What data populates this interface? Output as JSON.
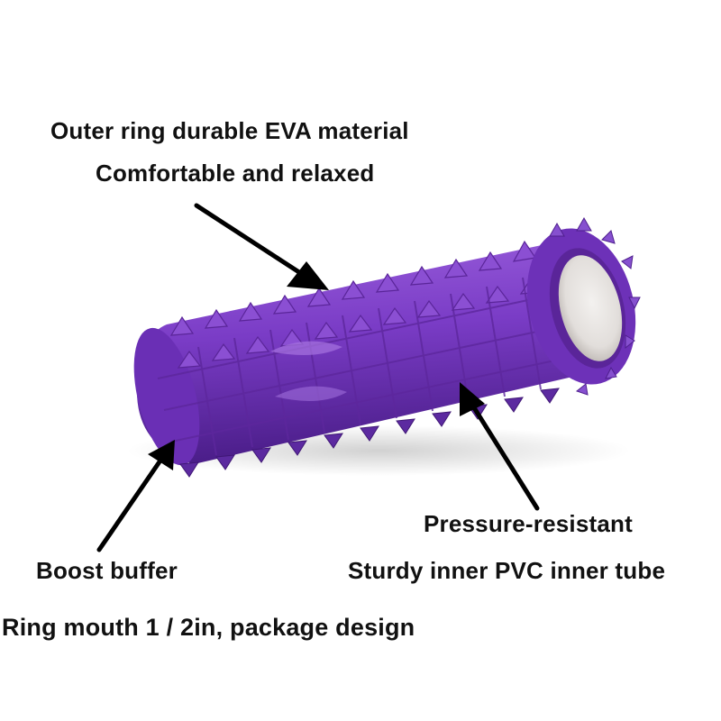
{
  "image": {
    "subject": "foam-roller",
    "colors": {
      "foam": "#7b3fc4",
      "foam_dark": "#4e1f8e",
      "foam_light": "#a877e0",
      "tube": "#e9e6e4",
      "background": "#ffffff",
      "text": "#111111"
    }
  },
  "callouts": {
    "outer_ring": "Outer ring durable EVA material",
    "comfortable": "Comfortable and relaxed",
    "pressure": "Pressure-resistant",
    "sturdy_tube": "Sturdy inner PVC inner tube",
    "boost_buffer": "Boost buffer",
    "ring_mouth": "Ring mouth 1 / 2in, package design"
  }
}
